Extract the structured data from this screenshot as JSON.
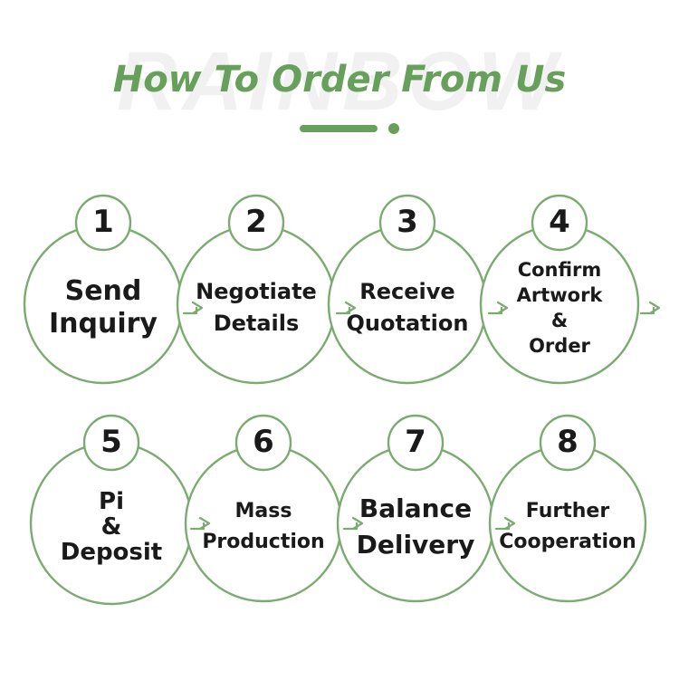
{
  "watermark": "RAINBOW",
  "title": "How To Order From Us",
  "colors": {
    "accent": "#67a05a",
    "stroke": "#7bab70",
    "text": "#1a1a1a"
  },
  "steps": [
    {
      "number": "1",
      "lines": [
        "Send",
        "Inquiry"
      ]
    },
    {
      "number": "2",
      "lines": [
        "Negotiate",
        "Details"
      ]
    },
    {
      "number": "3",
      "lines": [
        "Receive",
        "Quotation"
      ]
    },
    {
      "number": "4",
      "lines": [
        "Confirm",
        "Artwork",
        "&",
        "Order"
      ]
    },
    {
      "number": "5",
      "lines": [
        "Pi",
        "&",
        "Deposit"
      ]
    },
    {
      "number": "6",
      "lines": [
        "Mass",
        "Production"
      ]
    },
    {
      "number": "7",
      "lines": [
        "Balance",
        "Delivery"
      ]
    },
    {
      "number": "8",
      "lines": [
        "Further",
        "Cooperation"
      ]
    }
  ],
  "arrows": [
    "arrow-right-icon",
    "arrow-right-icon",
    "arrow-right-icon",
    "arrow-right-icon",
    "arrow-right-icon",
    "arrow-right-icon",
    "arrow-right-icon"
  ]
}
